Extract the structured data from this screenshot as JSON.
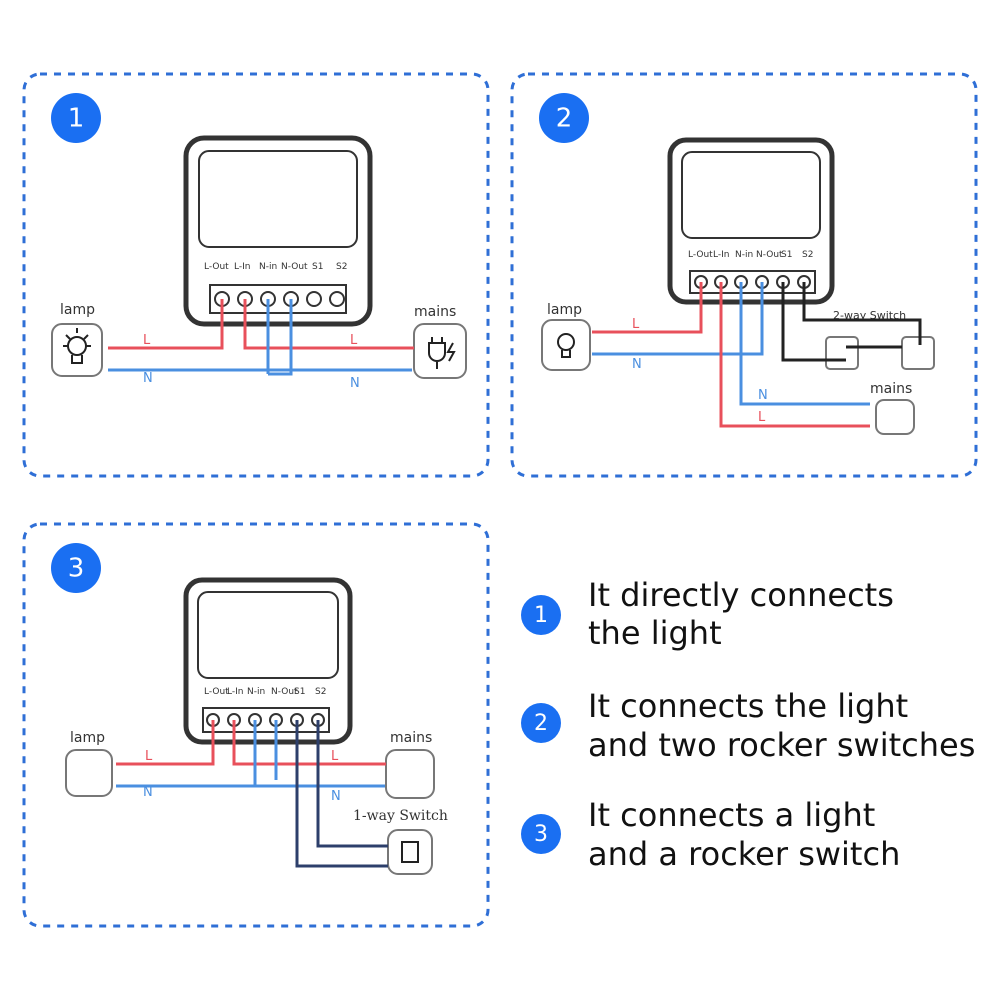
{
  "colors": {
    "blue_badge": "#1a6ff2",
    "L": "#e8505b",
    "N": "#4a8fe0",
    "switch_wire": "#2d3f6b",
    "frame": "#2f6fd6",
    "device": "#333333"
  },
  "panel1": {
    "badge": "1",
    "terminals": [
      "L-Out",
      "L-In",
      "N-in",
      "N-Out",
      "S1",
      "S2"
    ],
    "lamp": "lamp",
    "mains": "mains",
    "wire_L_left": "L",
    "wire_L_right": "L",
    "wire_N_left": "N",
    "wire_N_right": "N",
    "icons": [
      "lamp-icon",
      "plug-icon"
    ]
  },
  "panel2": {
    "badge": "2",
    "terminals": [
      "L-Out",
      "L-In",
      "N-in",
      "N-Out",
      "S1",
      "S2"
    ],
    "lamp": "lamp",
    "mains": "mains",
    "switch": "2-way Switch",
    "wire_L_left": "L",
    "wire_N_left": "N",
    "wire_N_right": "N",
    "wire_L_right": "L",
    "icons": [
      "lamp-icon",
      "plug-icon",
      "switch-icon"
    ]
  },
  "panel3": {
    "badge": "3",
    "terminals": [
      "L-Out",
      "L-In",
      "N-in",
      "N-Out",
      "S1",
      "S2"
    ],
    "lamp": "lamp",
    "mains": "mains",
    "switch": "1-way Switch",
    "wire_L_left": "L",
    "wire_L_right": "L",
    "wire_N_left": "N",
    "wire_N_right": "N",
    "icons": [
      "lamp-icon",
      "plug-icon",
      "switch-icon"
    ]
  },
  "legend": {
    "items": [
      {
        "num": "1",
        "text_line1": "It directly connects",
        "text_line2": "the light"
      },
      {
        "num": "2",
        "text_line1": "It connects the light",
        "text_line2": "and two rocker switches"
      },
      {
        "num": "3",
        "text_line1": "It connects a light",
        "text_line2": "and a rocker switch"
      }
    ]
  }
}
